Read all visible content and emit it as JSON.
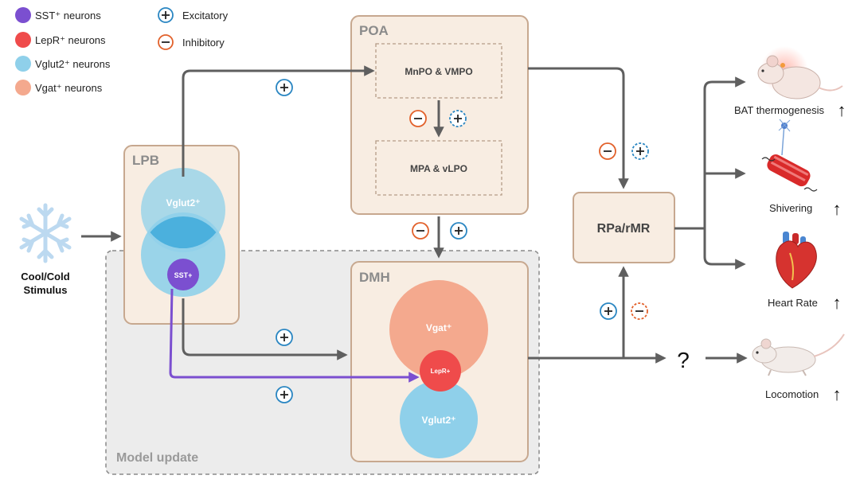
{
  "legend": {
    "neurons": [
      {
        "label": "SST⁺ neurons",
        "color": "#7b4fd0"
      },
      {
        "label": "LepR⁺ neurons",
        "color": "#ef4b4b"
      },
      {
        "label": "Vglut2⁺ neurons",
        "color": "#8fd0ea"
      },
      {
        "label": "Vgat⁺ neurons",
        "color": "#f4a98e"
      }
    ],
    "signs": [
      {
        "symbol": "+",
        "label": "Excitatory",
        "color": "#2a86c2"
      },
      {
        "symbol": "-",
        "label": "Inhibitory",
        "color": "#e2612b"
      }
    ]
  },
  "stimulus": {
    "line1": "Cool/Cold",
    "line2": "Stimulus"
  },
  "regions": {
    "poa": {
      "title": "POA",
      "top": "MnPO & VMPO",
      "bottom": "MPA & vLPO"
    },
    "lpb": {
      "title": "LPB",
      "vglut2": "Vglut2⁺",
      "sst": "SST+"
    },
    "dmh": {
      "title": "DMH",
      "vgat": "Vgat⁺",
      "lepr": "LepR+",
      "vglut2": "Vglut2⁺"
    },
    "rpa": {
      "title": "RPa/rMR"
    }
  },
  "model_update": "Model update",
  "unknown": "?",
  "outputs": [
    {
      "label": "BAT thermogenesis",
      "arrow": "↑",
      "icon": "mouse-icon"
    },
    {
      "label": "Shivering",
      "arrow": "↑",
      "icon": "muscle-icon"
    },
    {
      "label": "Heart Rate",
      "arrow": "↑",
      "icon": "heart-icon"
    },
    {
      "label": "Locomotion",
      "arrow": "↑",
      "icon": "mouse-icon"
    }
  ],
  "colors": {
    "box_fill": "#f8ede2",
    "box_stroke": "#c7a88f",
    "arrow": "#5f5f5f",
    "excitatory": "#2a86c2",
    "inhibitory": "#e2612b",
    "sst_path": "#7b4fd0",
    "update_fill": "#ececec"
  }
}
